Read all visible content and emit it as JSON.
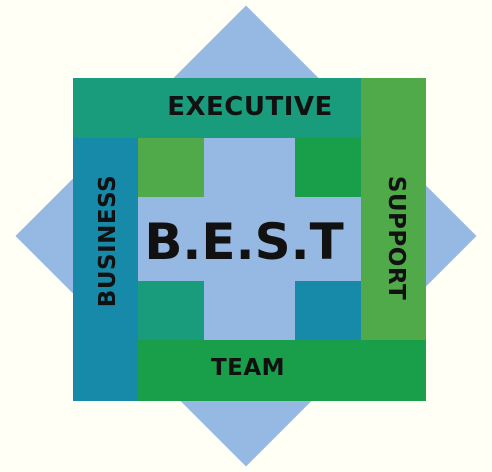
{
  "diagram": {
    "center_label": "B.E.S.T",
    "top_label": "EXECUTIVE",
    "left_label": "BUSINESS",
    "right_label": "SUPPORT",
    "bottom_label": "TEAM"
  },
  "colors": {
    "background": "#fffff5",
    "diamond": "#96b9e3",
    "executive_bar": "#189c7c",
    "business_bar": "#168aa8",
    "support_bar": "#50aa4a",
    "team_bar": "#199e4a",
    "corner_top_left": "#50aa4a",
    "corner_top_right": "#199e4a",
    "corner_bottom_left": "#189c7c",
    "corner_bottom_right": "#168aa8",
    "center_cross": "#96b9e3",
    "text": "#111111"
  }
}
